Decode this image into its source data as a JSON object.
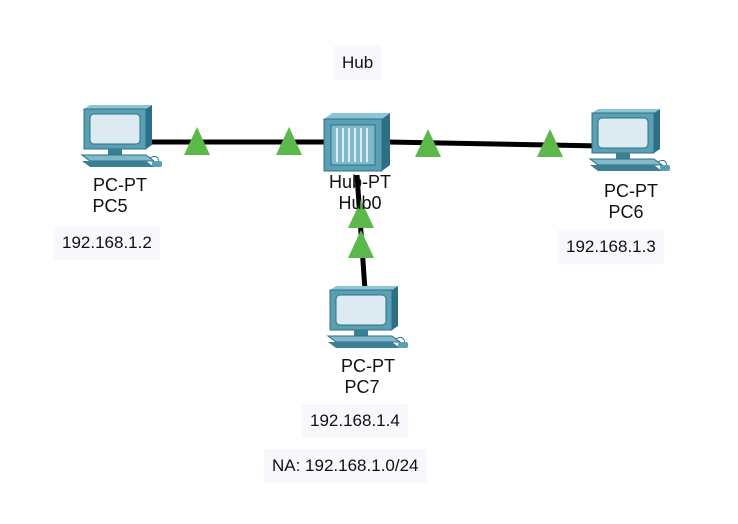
{
  "diagram": {
    "title": "Hub",
    "network_note": "NA: 192.168.1.0/24",
    "devices": {
      "hub0": {
        "model": "Hub-PT",
        "name": "Hub0",
        "type": "hub"
      },
      "pc5": {
        "model": "PC-PT",
        "name": "PC5",
        "ip": "192.168.1.2",
        "type": "pc"
      },
      "pc6": {
        "model": "PC-PT",
        "name": "PC6",
        "ip": "192.168.1.3",
        "type": "pc"
      },
      "pc7": {
        "model": "PC-PT",
        "name": "PC7",
        "ip": "192.168.1.4",
        "type": "pc"
      }
    },
    "links": [
      {
        "from": "pc5",
        "to": "hub0",
        "status": "up"
      },
      {
        "from": "hub0",
        "to": "pc6",
        "status": "up"
      },
      {
        "from": "hub0",
        "to": "pc7",
        "status": "up"
      }
    ],
    "colors": {
      "cable": "#000000",
      "link_up": "#5cb84a",
      "device_body": "#5aa0b4",
      "device_dark": "#2f6f86",
      "screen": "#dcebf1",
      "label_bg": "#f6f8fb"
    }
  }
}
